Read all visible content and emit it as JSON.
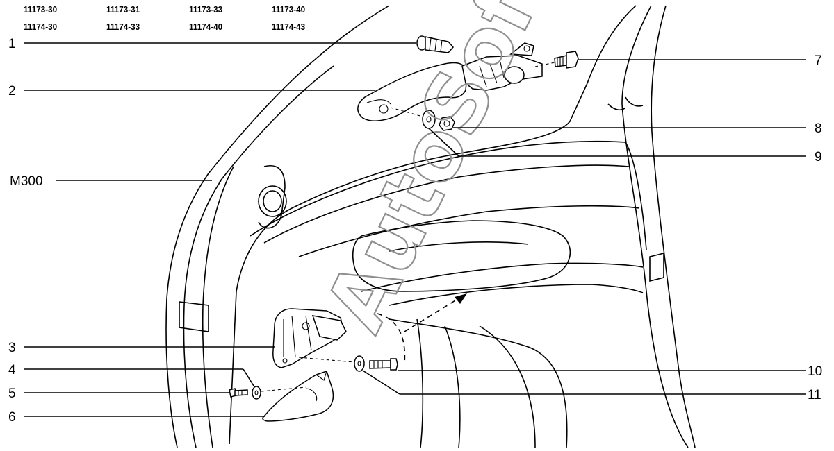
{
  "codes": {
    "row1": [
      "11173-30",
      "11173-31",
      "11173-33",
      "11173-40"
    ],
    "row2": [
      "11174-30",
      "11174-33",
      "11174-40",
      "11174-43"
    ]
  },
  "callouts_left": [
    {
      "label": "1"
    },
    {
      "label": "2"
    },
    {
      "label": "M300"
    },
    {
      "label": "3"
    },
    {
      "label": "4"
    },
    {
      "label": "5"
    },
    {
      "label": "6"
    }
  ],
  "callouts_right": [
    {
      "label": "7"
    },
    {
      "label": "8"
    },
    {
      "label": "9"
    },
    {
      "label": "10"
    },
    {
      "label": "11"
    }
  ],
  "watermark": "AutoSoft"
}
